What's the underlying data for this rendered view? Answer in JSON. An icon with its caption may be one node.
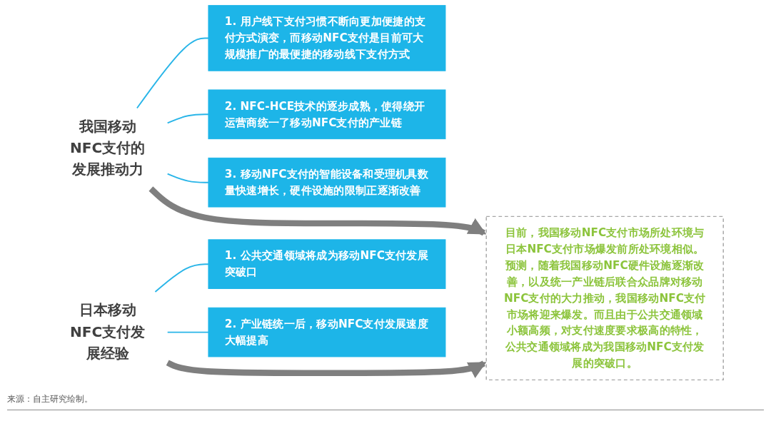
{
  "diagram": {
    "nodes": [
      {
        "text": [
          "我国移动NFC支付的发展推动力"
        ]
      },
      {
        "text": [
          "1. 用户线下支付习惯不断向更加便捷的支付方式演变，而移动NFC支付是目前可大规模推广的最便捷的移动线下支付方式"
        ]
      },
      {
        "text": [
          "2. NFC-HCE技术的逐步成熟，使得绕开运营商统一了移动NFC支付的产业链"
        ]
      },
      {
        "text": [
          "3. 移动NFC支付的智能设备和受理机具数量快速增长，硬件设施的限制正逐渐改善"
        ]
      },
      {
        "text": [
          "日本移动NFC支付发展经验"
        ]
      },
      {
        "text": [
          "1. 公共交通领域将成为移动NFC支付发展突破口"
        ]
      },
      {
        "text": [
          "2. 产业链统一后，移动NFC支付发展速度大幅提高"
        ]
      },
      {
        "text": [
          "目前，我国移动NFC支付市场所处环境与日本NFC支付市场爆发前所处环境相似。预测，随着我国移动NFC硬件设施逐渐改善，以及统一产业链后联合众品牌对移动NFC支付的大力推动，我国移动NFC支付市场将迎来爆发。而且由于公共交通领域小额高频，对支付速度要求极高的特性，公共交通领域将成为我国移动NFC支付发展的突破口。"
        ]
      }
    ],
    "edges": [
      {
        "from": 0,
        "to": 1,
        "arrow": "none"
      },
      {
        "from": 0,
        "to": 2,
        "arrow": "none"
      },
      {
        "from": 0,
        "to": 3,
        "arrow": "none"
      },
      {
        "from": 0,
        "to": 7,
        "arrow": "to",
        "style": "thick",
        "color": "#7f7f7f"
      },
      {
        "from": 4,
        "to": 5,
        "arrow": "none"
      },
      {
        "from": 4,
        "to": 6,
        "arrow": "none"
      },
      {
        "from": 4,
        "to": 7,
        "arrow": "to",
        "style": "thick",
        "color": "#7f7f7f"
      }
    ],
    "labels": [
      "来源：自主研究绘制。"
    ]
  }
}
